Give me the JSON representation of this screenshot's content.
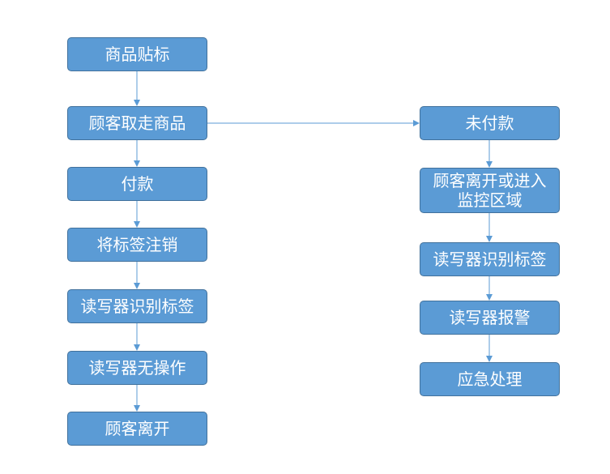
{
  "diagram": {
    "colors": {
      "node_fill": "#5b9bd5",
      "node_border": "#41719c",
      "node_text": "#ffffff",
      "connector": "#5b9bd5"
    },
    "nodes": {
      "n1": "商品贴标",
      "n2": "顾客取走商品",
      "n3": "付款",
      "n4": "将标签注销",
      "n5": "读写器识别标签",
      "n6": "读写器无操作",
      "n7": "顾客离开",
      "n8": "未付款",
      "n9": "顾客离开或进入\n监控区域",
      "n10": "读写器识别标签",
      "n11": "读写器报警",
      "n12": "应急处理"
    },
    "edges": [
      [
        "n1",
        "n2"
      ],
      [
        "n2",
        "n3"
      ],
      [
        "n3",
        "n4"
      ],
      [
        "n4",
        "n5"
      ],
      [
        "n5",
        "n6"
      ],
      [
        "n6",
        "n7"
      ],
      [
        "n2",
        "n8"
      ],
      [
        "n8",
        "n9"
      ],
      [
        "n9",
        "n10"
      ],
      [
        "n10",
        "n11"
      ],
      [
        "n11",
        "n12"
      ]
    ]
  }
}
